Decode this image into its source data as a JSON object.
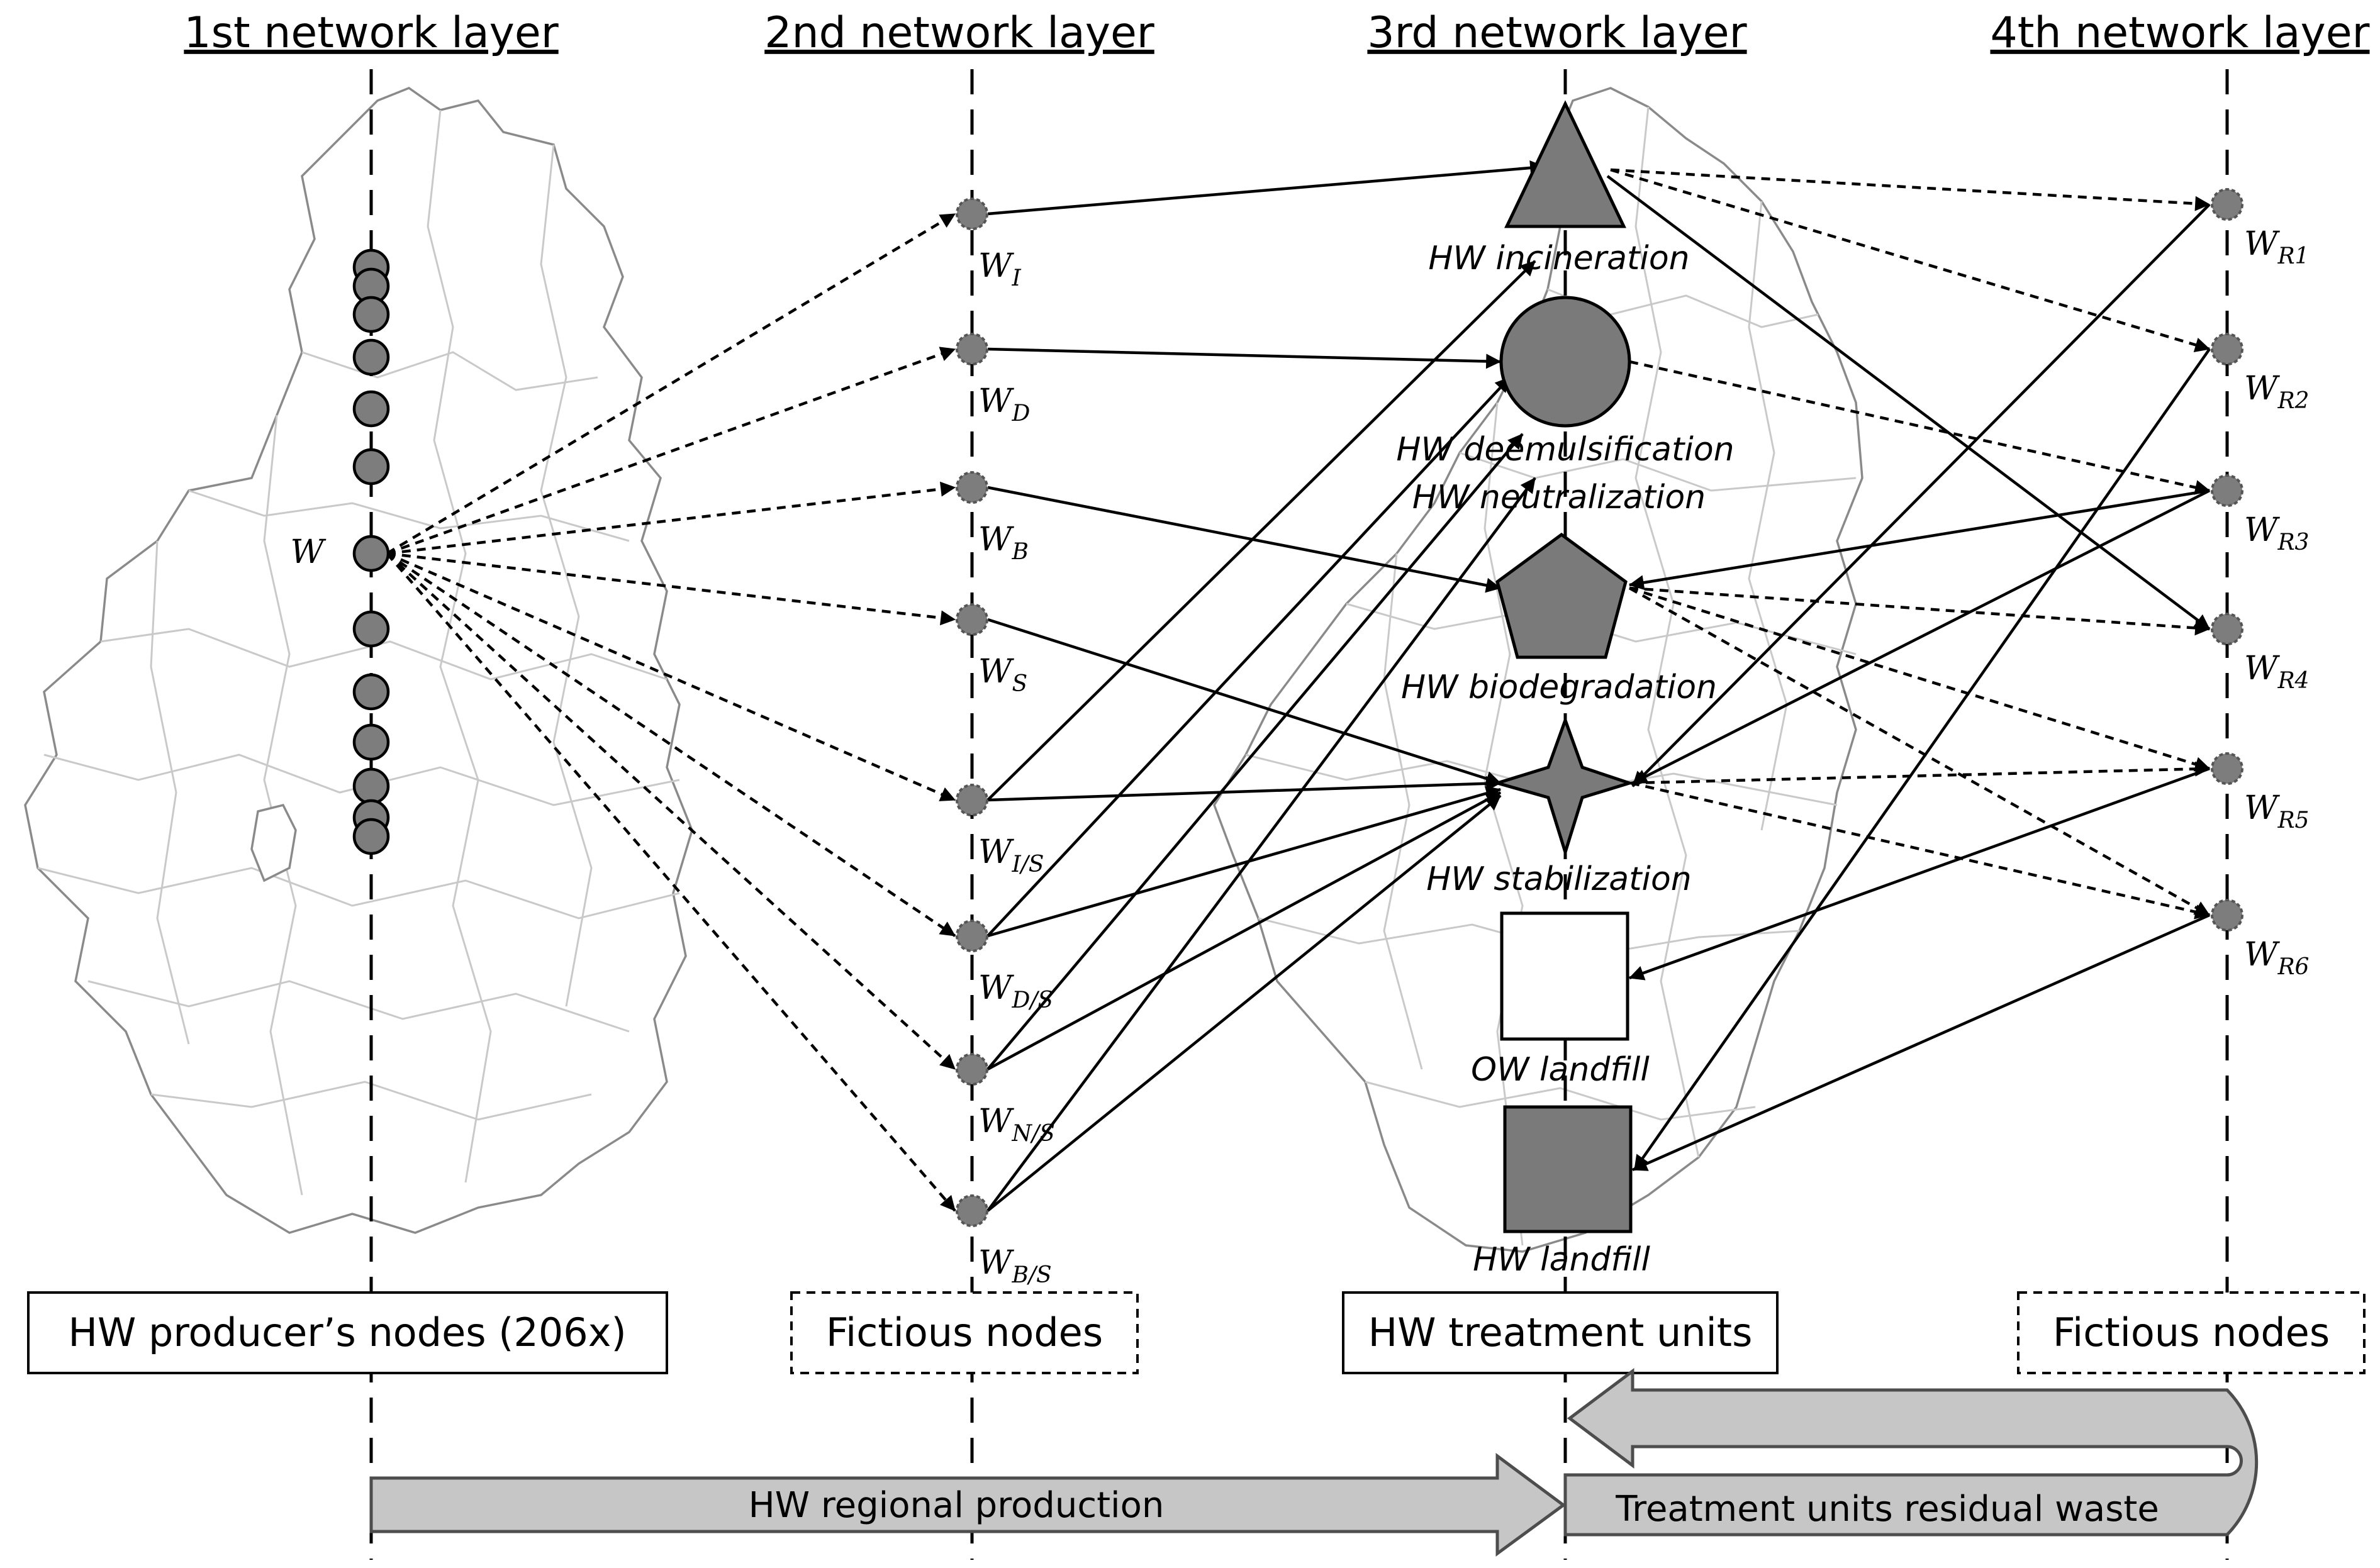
{
  "layers": [
    {
      "title": "1st network layer"
    },
    {
      "title": "2nd network layer"
    },
    {
      "title": "3rd network layer"
    },
    {
      "title": "4th network layer"
    }
  ],
  "producer_node": {
    "label": "W"
  },
  "fictitious_in": [
    {
      "base": "W",
      "sub": "I"
    },
    {
      "base": "W",
      "sub": "D"
    },
    {
      "base": "W",
      "sub": "B"
    },
    {
      "base": "W",
      "sub": "S"
    },
    {
      "base": "W",
      "sub": "I/S"
    },
    {
      "base": "W",
      "sub": "D/S"
    },
    {
      "base": "W",
      "sub": "N/S"
    },
    {
      "base": "W",
      "sub": "B/S"
    }
  ],
  "treatment_units": [
    {
      "label": "HW incineration",
      "shape": "triangle"
    },
    {
      "label": "HW deemulsification",
      "shape": "circle"
    },
    {
      "label": "HW neutralization",
      "shape": "pentagon",
      "label2": "HW biodegradation"
    },
    {
      "label": "HW stabilization",
      "shape": "star"
    },
    {
      "label": "OW landfill",
      "shape": "square-white"
    },
    {
      "label": "HW landfill",
      "shape": "square-grey"
    }
  ],
  "fictitious_out": [
    {
      "base": "W",
      "sub": "R1"
    },
    {
      "base": "W",
      "sub": "R2"
    },
    {
      "base": "W",
      "sub": "R3"
    },
    {
      "base": "W",
      "sub": "R4"
    },
    {
      "base": "W",
      "sub": "R5"
    },
    {
      "base": "W",
      "sub": "R6"
    }
  ],
  "bottom_boxes": [
    {
      "label": "HW producer’s nodes (206x)",
      "style": "solid"
    },
    {
      "label": "Fictious nodes",
      "style": "dashed"
    },
    {
      "label": "HW treatment units",
      "style": "solid"
    },
    {
      "label": "Fictious nodes",
      "style": "dashed"
    }
  ],
  "flows": {
    "production": "HW regional production",
    "residual": "Treatment units residual waste"
  },
  "colors": {
    "unit_fill": "#7a7a7a",
    "node_fill": "#7d7d7d",
    "flow_arrow_fill": "#c6c6c6",
    "map_lines": "#c9c9c9"
  }
}
